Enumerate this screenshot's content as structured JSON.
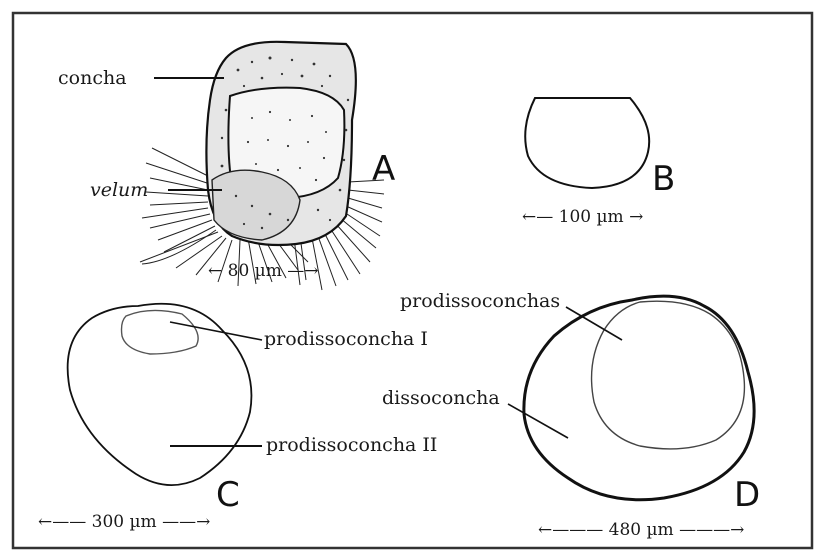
{
  "panels": {
    "A": {
      "letter": "A",
      "label_shell": "concha",
      "label_velum": "velum",
      "scale": "← 80 µm —→"
    },
    "B": {
      "letter": "B",
      "scale": "←— 100 µm →"
    },
    "C": {
      "letter": "C",
      "label_p1": "prodissoconcha I",
      "label_p2": "prodissoconcha II",
      "scale": "←—— 300 µm ——→"
    },
    "D": {
      "letter": "D",
      "label_prodisso": "prodissoconchas",
      "label_disso": "dissoconcha",
      "scale": "←——— 480 µm ———→"
    }
  }
}
